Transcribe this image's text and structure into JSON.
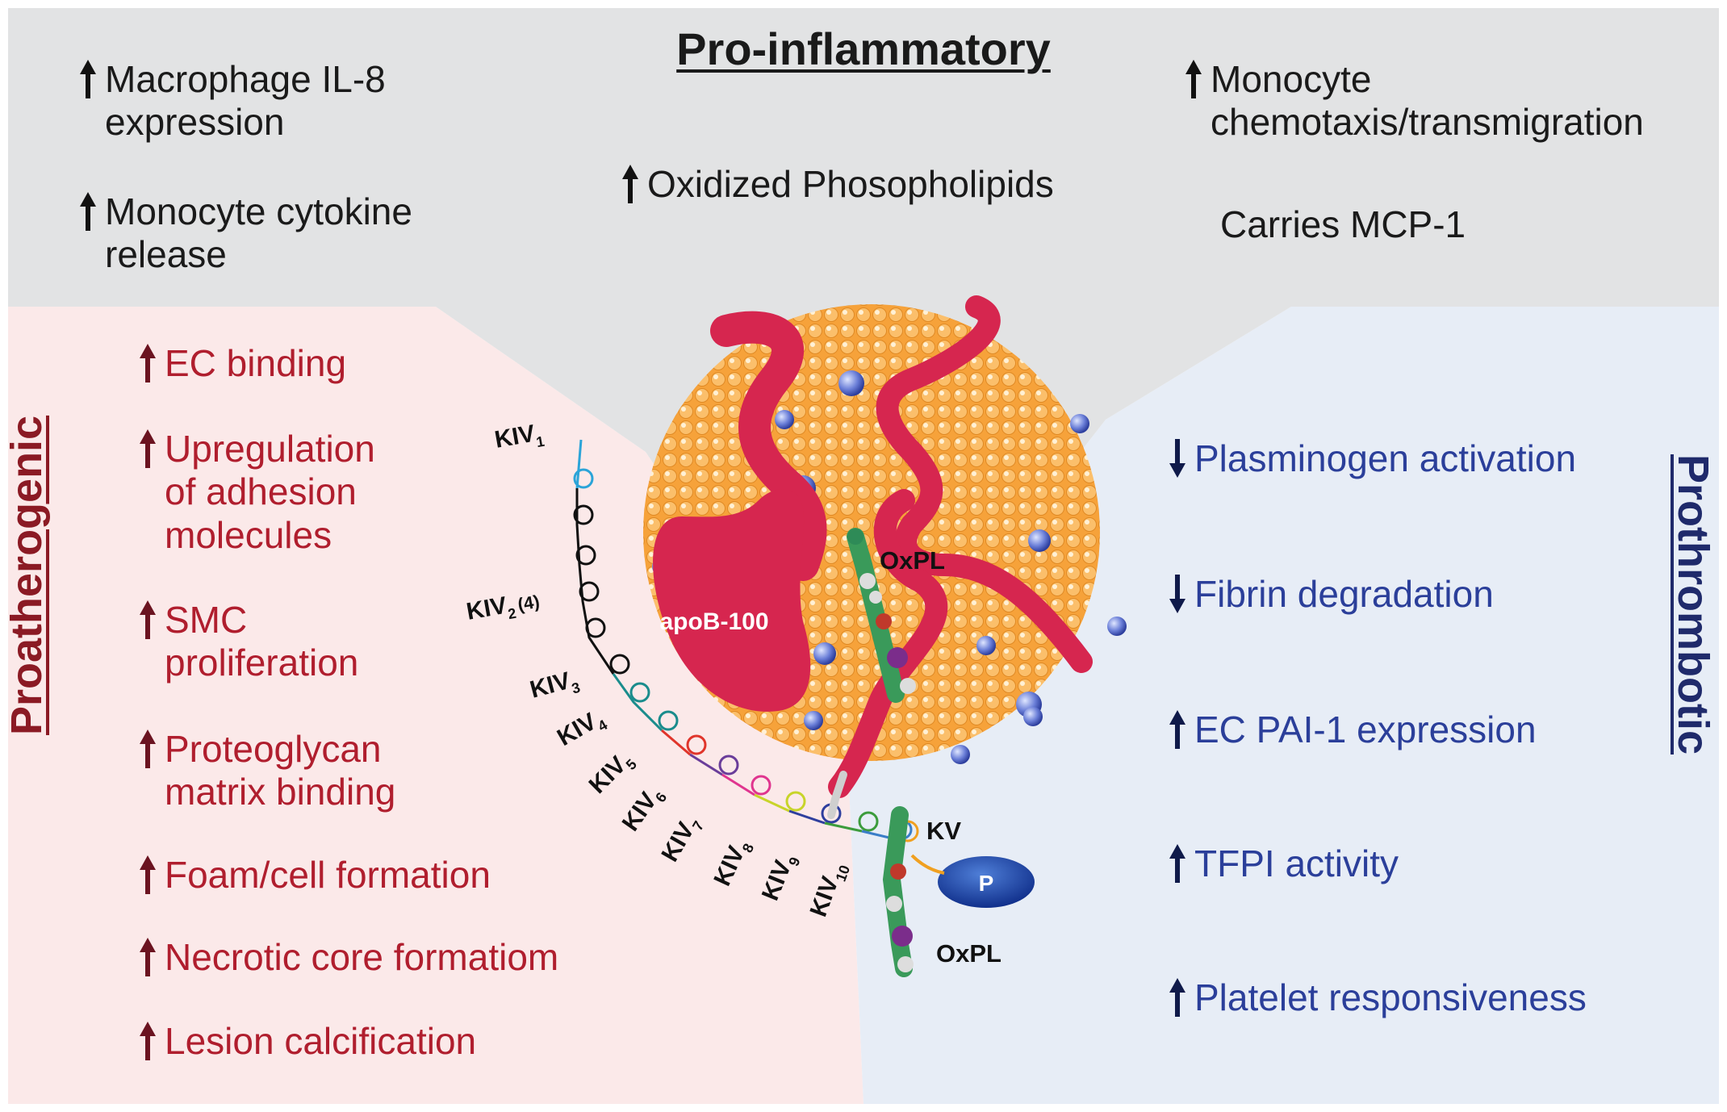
{
  "sections": {
    "top_title": "Pro-inflammatory",
    "left_title": "Proatherogenic",
    "right_title": "Prothrombotic"
  },
  "top_items": [
    {
      "dir": "up",
      "text": "Macrophage IL-8\nexpression"
    },
    {
      "dir": "up",
      "text": "Monocyte cytokine\nrelease"
    },
    {
      "dir": "up",
      "text": "Oxidized Phosopholipids"
    },
    {
      "dir": "up",
      "text": "Monocyte\nchemotaxis/transmigration"
    },
    {
      "dir": "none",
      "text": "Carries MCP-1"
    }
  ],
  "left_items": [
    {
      "dir": "up",
      "text": "EC binding"
    },
    {
      "dir": "up",
      "text": "Upregulation\nof adhesion\nmolecules"
    },
    {
      "dir": "up",
      "text": "SMC\nproliferation"
    },
    {
      "dir": "up",
      "text": "Proteoglycan\nmatrix binding"
    },
    {
      "dir": "up",
      "text": "Foam/cell formation"
    },
    {
      "dir": "up",
      "text": "Necrotic core formatiom"
    },
    {
      "dir": "up",
      "text": "Lesion calcification"
    }
  ],
  "right_items": [
    {
      "dir": "down",
      "text": "Plasminogen activation"
    },
    {
      "dir": "down",
      "text": "Fibrin degradation"
    },
    {
      "dir": "up",
      "text": "EC PAI-1 expression"
    },
    {
      "dir": "up",
      "text": "TFPI activity"
    },
    {
      "dir": "up",
      "text": "Platelet responsiveness"
    }
  ],
  "particle_labels": {
    "apob": "apoB-100",
    "oxpl_top": "OxPL",
    "oxpl_bottom": "OxPL",
    "kv": "KV",
    "protease": "P"
  },
  "kringles": [
    {
      "name": "KIV",
      "sub": "1",
      "color": "#2ba4d8"
    },
    {
      "name": "KIV",
      "sub": "2",
      "extra": "(4)",
      "color": "#111111"
    },
    {
      "name": "KIV",
      "sub": "3",
      "color": "#1a8c8c"
    },
    {
      "name": "KIV",
      "sub": "4",
      "color": "#e0352b"
    },
    {
      "name": "KIV",
      "sub": "5",
      "color": "#6a3d9a"
    },
    {
      "name": "KIV",
      "sub": "6",
      "color": "#e0358f"
    },
    {
      "name": "KIV",
      "sub": "7",
      "color": "#c8d42a"
    },
    {
      "name": "KIV",
      "sub": "8",
      "color": "#2e3f9e"
    },
    {
      "name": "KIV",
      "sub": "9",
      "color": "#3c9c3c"
    },
    {
      "name": "KIV",
      "sub": "10",
      "color": "#3a7ec8"
    }
  ],
  "colors": {
    "top_bg": "#e2e3e4",
    "left_bg": "#fbe9e9",
    "right_bg": "#e7edf6",
    "left_text": "#b01e2e",
    "left_arrow": "#6b1320",
    "right_text": "#2b3f9a",
    "right_arrow": "#0f1a4a",
    "apob": "#d6264f",
    "particle": "#f4a640"
  }
}
